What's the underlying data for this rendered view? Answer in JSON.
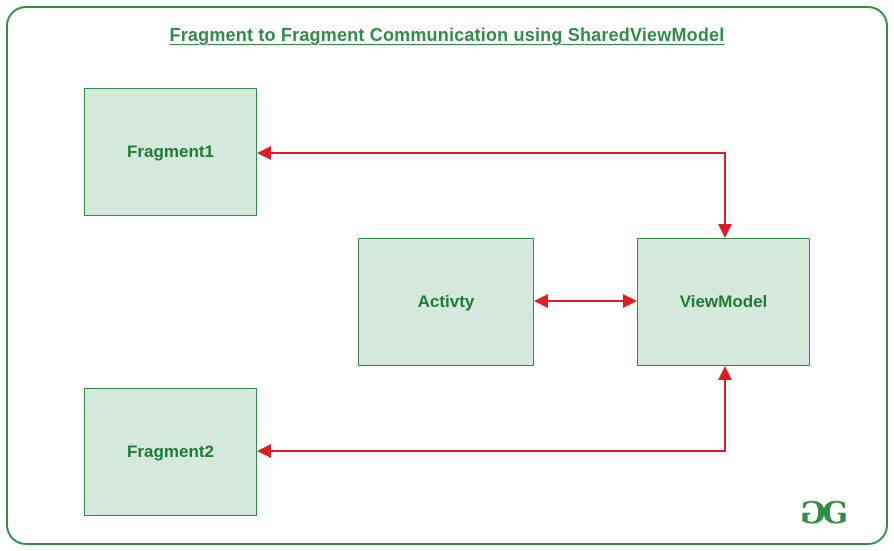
{
  "diagram": {
    "title": "Fragment to Fragment Communication using SharedViewModel",
    "nodes": [
      {
        "id": "fragment1",
        "label": "Fragment1"
      },
      {
        "id": "fragment2",
        "label": "Fragment2"
      },
      {
        "id": "activity",
        "label": "Activty"
      },
      {
        "id": "viewmodel",
        "label": "ViewModel"
      }
    ],
    "edges": [
      {
        "from": "viewmodel",
        "to": "fragment1",
        "type": "bidirectional-elbow"
      },
      {
        "from": "activity",
        "to": "viewmodel",
        "type": "bidirectional-straight"
      },
      {
        "from": "fragment2",
        "to": "viewmodel",
        "type": "bidirectional-elbow"
      }
    ],
    "logo": {
      "left_glyph": "G",
      "right_glyph": "G"
    },
    "colors": {
      "frame_green": "#2f8d46",
      "box_fill": "#d5e8dc",
      "box_border": "#2f8d46",
      "label_green": "#1d7c36",
      "title_green": "#2f8d46",
      "arrow_red": "#e01b22",
      "background": "#ffffff"
    }
  }
}
